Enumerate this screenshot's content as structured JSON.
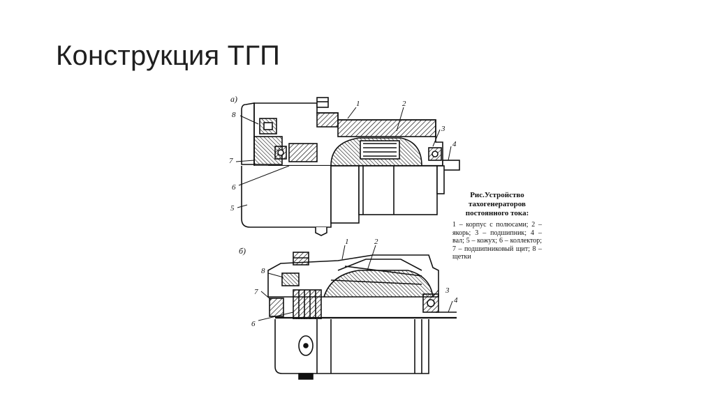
{
  "slide": {
    "title": "Конструкция ТГП"
  },
  "figure": {
    "sub_a": "а)",
    "sub_b": "б)",
    "labels_a": [
      "1",
      "2",
      "3",
      "4",
      "5",
      "6",
      "7",
      "8"
    ],
    "labels_b": [
      "1",
      "2",
      "3",
      "4",
      "6",
      "7",
      "8"
    ],
    "caption_title": "Рис.Устройство тахогенераторов постоянного тока:",
    "caption_body": "1 – корпус с полюсами; 2 – якорь; 3 – подшипник; 4 – вал; 5 – кожух; 6 – коллектор; 7 – подшипниковый щит; 8 – щетки"
  }
}
